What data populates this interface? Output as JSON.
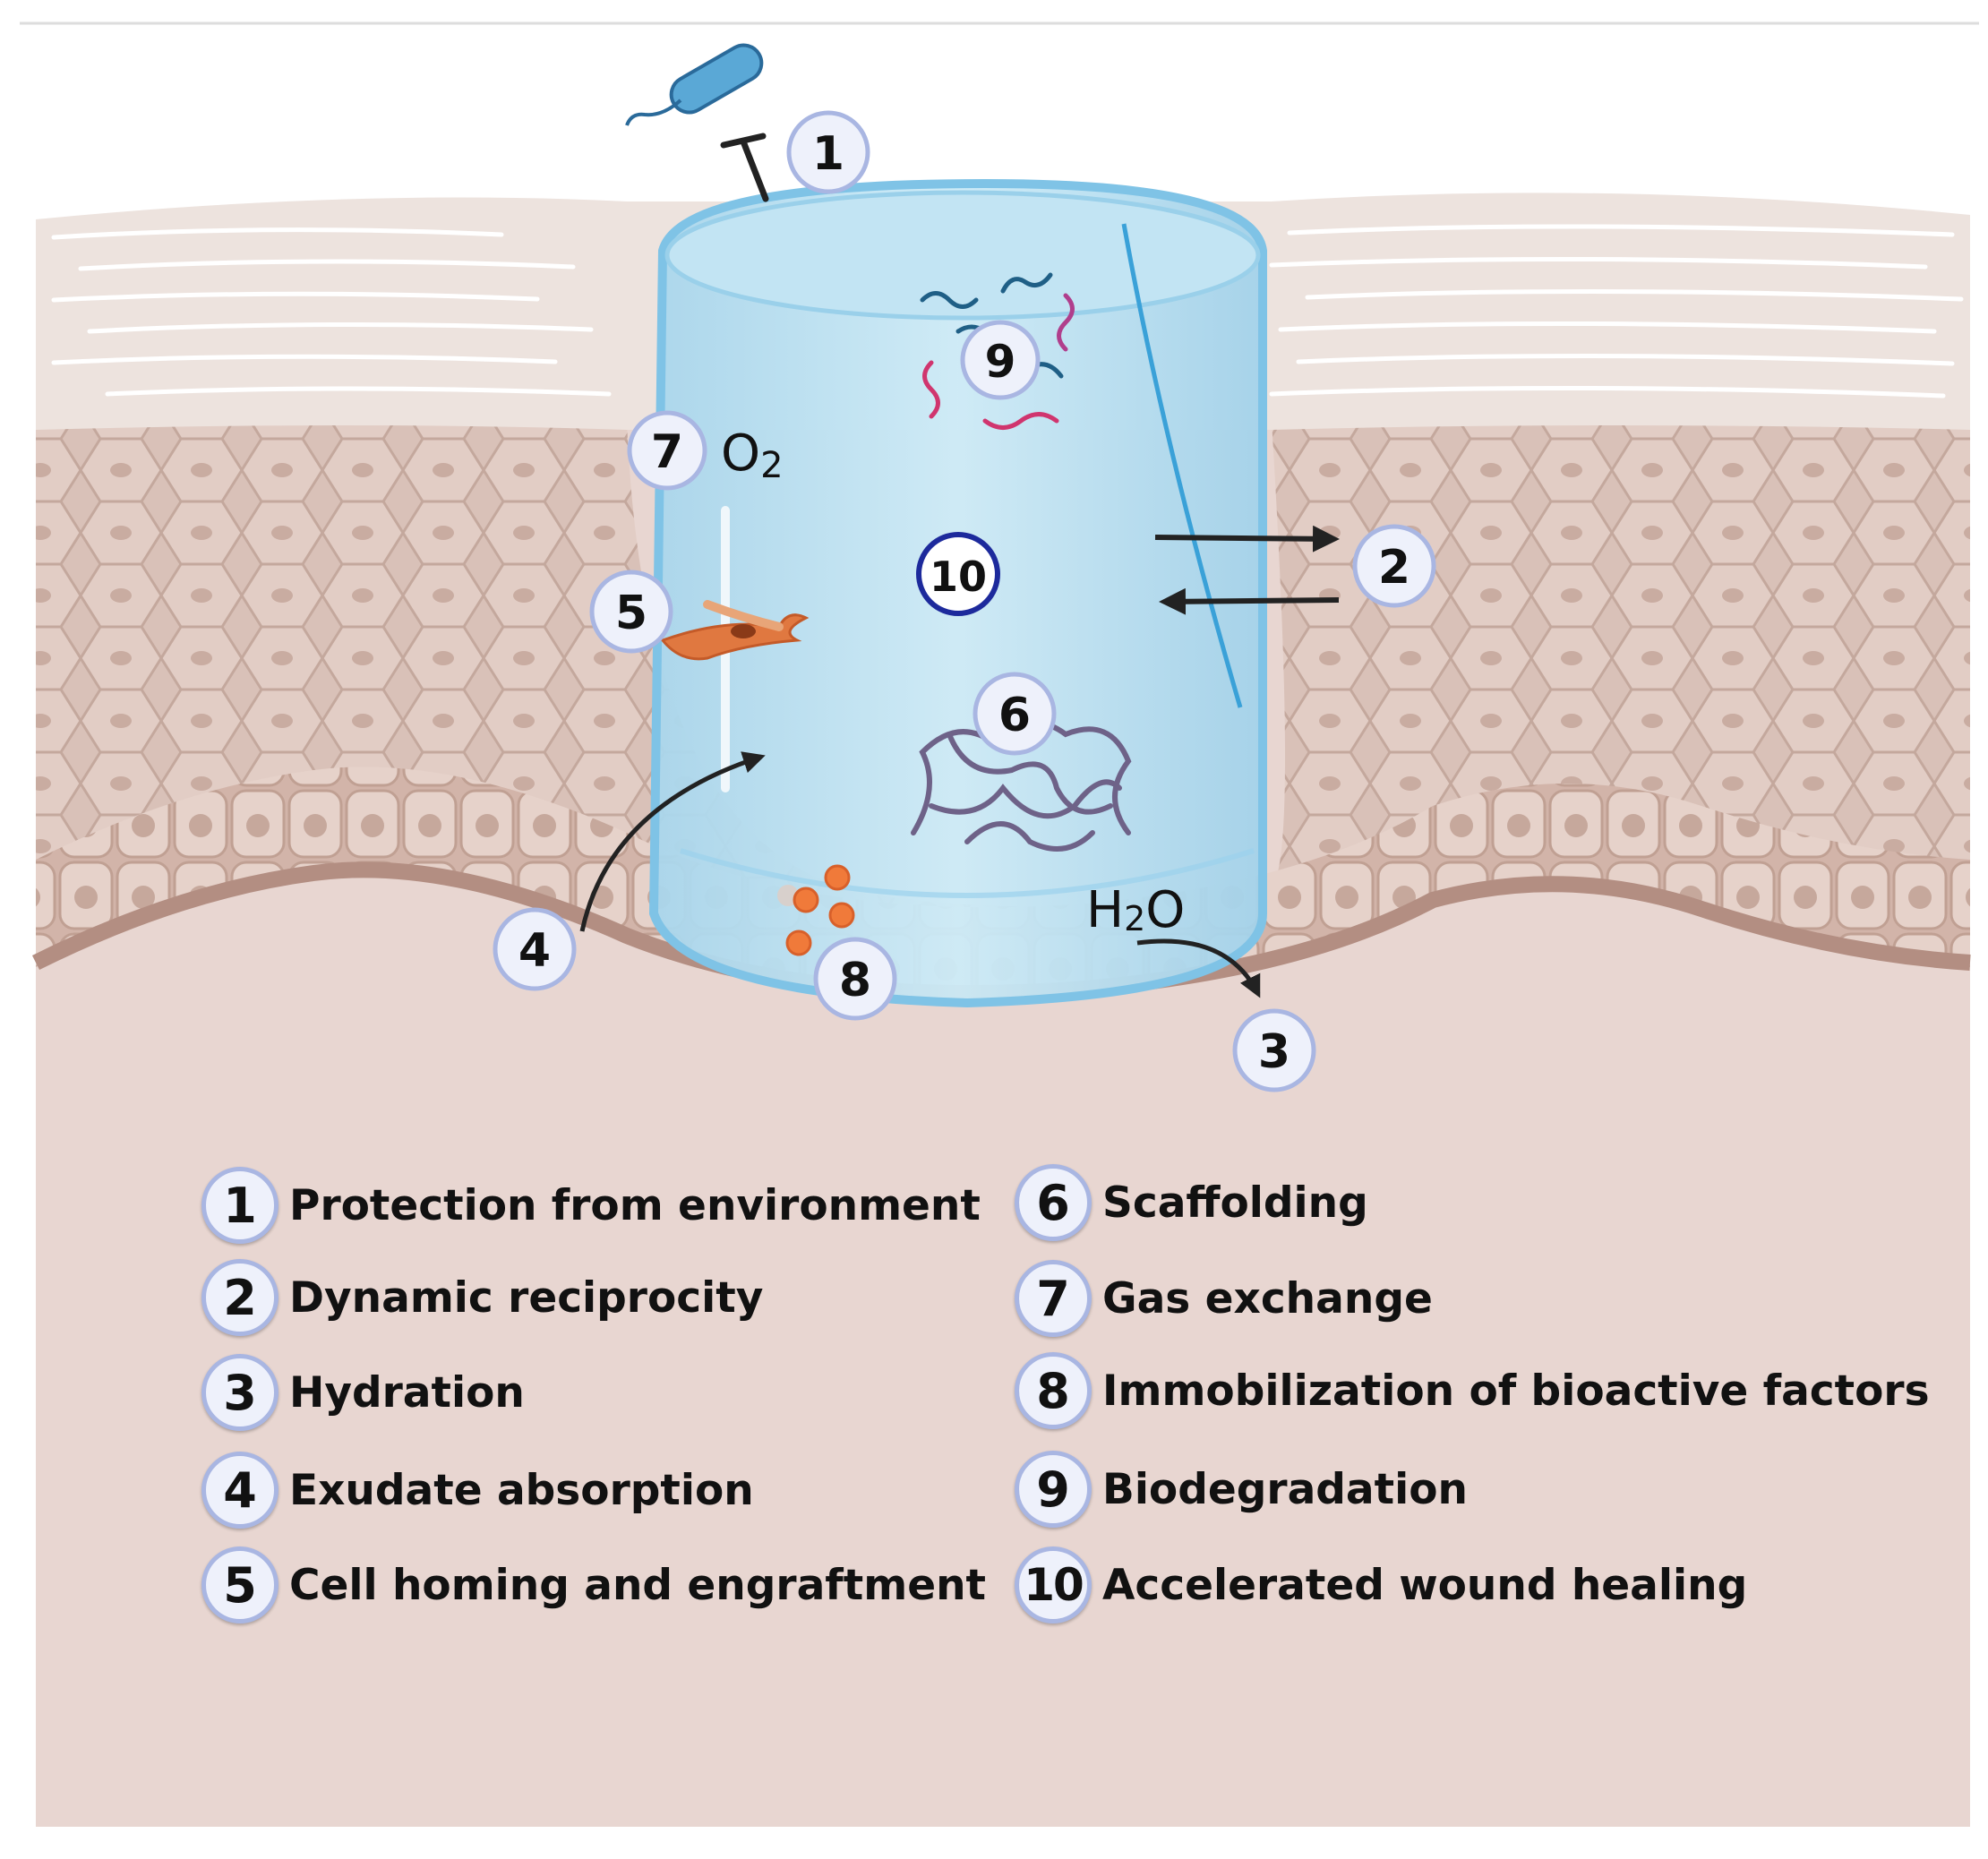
{
  "markers": {
    "m1": "1",
    "m2": "2",
    "m3": "3",
    "m4": "4",
    "m5": "5",
    "m6": "6",
    "m7": "7",
    "m8": "8",
    "m9": "9",
    "m10": "10"
  },
  "labels": {
    "oxygen_main": "O",
    "oxygen_sub": "2",
    "water_h": "H",
    "water_sub": "2",
    "water_o": "O"
  },
  "legend": [
    {
      "num": "1",
      "text": "Protection from environment"
    },
    {
      "num": "2",
      "text": "Dynamic reciprocity"
    },
    {
      "num": "3",
      "text": "Hydration"
    },
    {
      "num": "4",
      "text": "Exudate absorption"
    },
    {
      "num": "5",
      "text": "Cell homing and engraftment"
    },
    {
      "num": "6",
      "text": "Scaffolding"
    },
    {
      "num": "7",
      "text": "Gas exchange"
    },
    {
      "num": "8",
      "text": "Immobilization of bioactive factors"
    },
    {
      "num": "9",
      "text": "Biodegradation"
    },
    {
      "num": "10",
      "text": "Accelerated wound healing"
    }
  ],
  "icons": [
    "bacterium-icon",
    "inhibition-bar-icon",
    "fibroblast-cell-icon",
    "polymer-fiber-network-icon",
    "bioactive-particles-icon",
    "polymer-fragments-icon"
  ],
  "colors": {
    "skin_base": "#e8d6d1",
    "epidermis": "#cfb3a7",
    "stratum_corneum": "#ede3de",
    "hydrogel_fill": "#bfe1f0",
    "hydrogel_edge": "#7fc3e6",
    "badge_fill": "#eef1fb",
    "badge_border": "#a9b6e2",
    "marker10_border": "#1d2a9c",
    "particle": "#f07a3a",
    "fiber_network": "#6e6288"
  }
}
